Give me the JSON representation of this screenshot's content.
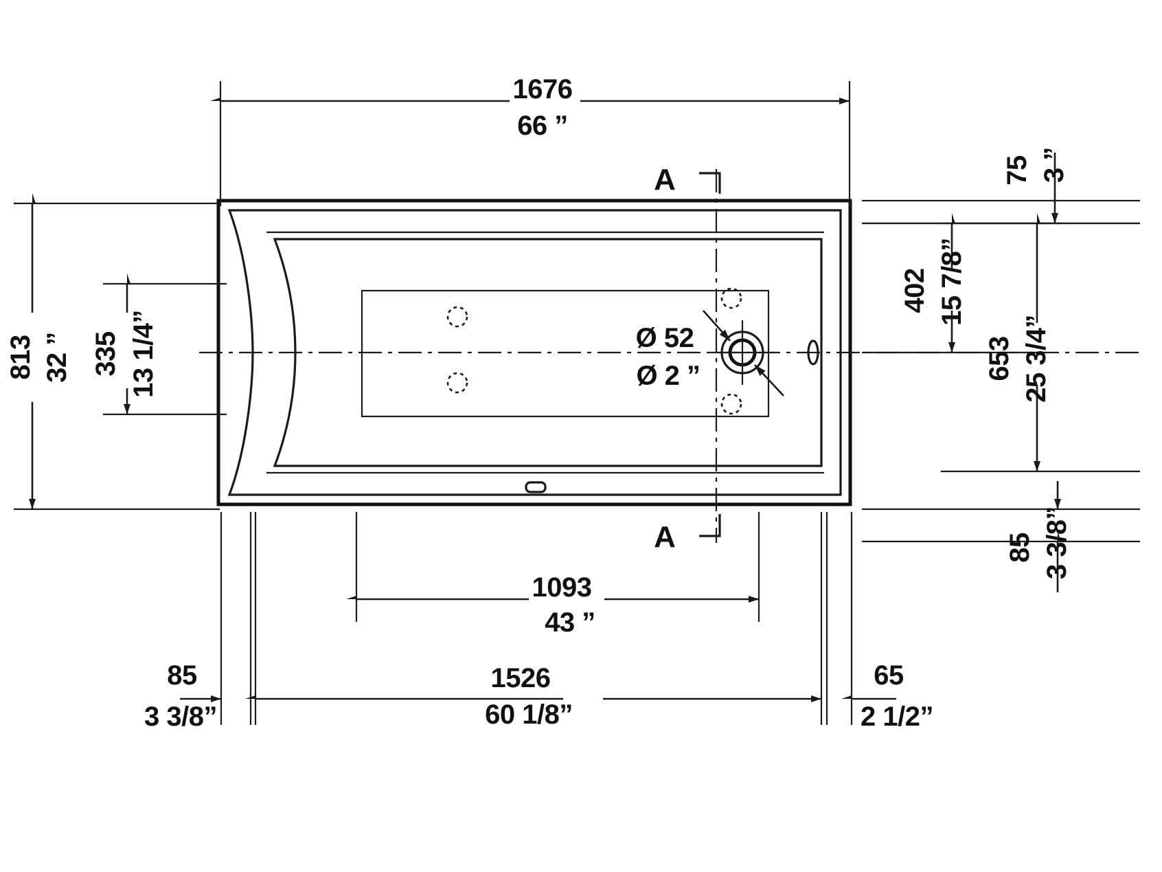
{
  "drawing": {
    "title": "Bathtub technical dimension drawing",
    "units_primary": "mm",
    "units_secondary": "inch",
    "line_color": "#1a1a1a",
    "background": "#ffffff"
  },
  "section_marks": {
    "top_label": "A",
    "bottom_label": "A"
  },
  "dimensions": {
    "top_overall": {
      "metric": "1676",
      "imperial": "66 ”"
    },
    "left_overall": {
      "metric": "813",
      "imperial": "32 ”"
    },
    "left_inner": {
      "metric": "335",
      "imperial": "13 1/4”"
    },
    "right_top_edge": {
      "metric": "75",
      "imperial": "3 ”"
    },
    "right_upper": {
      "metric": "402",
      "imperial": "15 7/8”"
    },
    "right_main": {
      "metric": "653",
      "imperial": "25 3/4”"
    },
    "right_bottom_edge": {
      "metric": "85",
      "imperial": "3 3/8”"
    },
    "bottom_drain_offset": {
      "metric": "1093",
      "imperial": "43 ”"
    },
    "bottom_left_edge": {
      "metric": "85",
      "imperial": "3 3/8”"
    },
    "bottom_inner": {
      "metric": "1526",
      "imperial": "60 1/8”"
    },
    "bottom_right_edge": {
      "metric": "65",
      "imperial": "2 1/2”"
    }
  },
  "drain": {
    "diameter_metric": "Ø 52",
    "diameter_imperial": "Ø 2 ”"
  }
}
